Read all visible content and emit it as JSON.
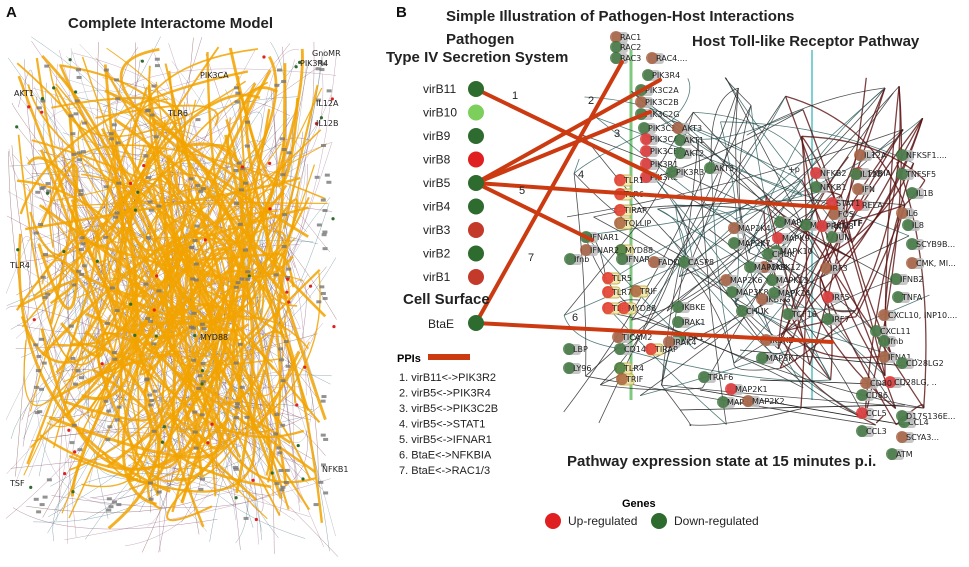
{
  "panels": {
    "a": {
      "letter": "A",
      "title": "Complete Interactome Model"
    },
    "b": {
      "letter": "B",
      "title": "Simple Illustration of Pathogen-Host Interactions",
      "pathogen_heading": [
        "Pathogen",
        "Type IV Secretion System"
      ],
      "host_heading": "Host Toll-like Receptor Pathway",
      "cell_surface_heading": "Cell Surface",
      "expression_caption": "Pathway expression state at 15 minutes p.i."
    }
  },
  "colors": {
    "up": "#e02020",
    "down": "#2e6b2e",
    "light_green": "#7ccf5a",
    "dark_red": "#c43a2a",
    "ppi_line": "#cc3a12",
    "interactome_orange": "#f2a300",
    "network_edge": "#5a1010",
    "green_axis": "#7fc97f",
    "cyan_axis": "#7fd1d1"
  },
  "pathogen_genes": [
    {
      "name": "virB11",
      "state": "down"
    },
    {
      "name": "virB10",
      "state": "light"
    },
    {
      "name": "virB9",
      "state": "down"
    },
    {
      "name": "virB8",
      "state": "up"
    },
    {
      "name": "virB5",
      "state": "down"
    },
    {
      "name": "virB4",
      "state": "down"
    },
    {
      "name": "virB3",
      "state": "darkred"
    },
    {
      "name": "virB2",
      "state": "down"
    },
    {
      "name": "virB1",
      "state": "darkred"
    }
  ],
  "surface_gene": {
    "name": "BtaE",
    "state": "down"
  },
  "ppis": {
    "heading": "PPIs",
    "items": [
      "1. virB11<->PIK3R2",
      "2. virB5<->PIK3R4",
      "3. virB5<->PIK3C2B",
      "4. virB5<->STAT1",
      "5. virB5<->IFNAR1",
      "6. BtaE<->NFKBIA",
      "7. BtaE<->RAC1/3"
    ],
    "numbers": [
      "1",
      "2",
      "3",
      "4",
      "5",
      "6",
      "7"
    ]
  },
  "legend": {
    "heading": "Genes",
    "items": [
      {
        "label": "Up-regulated",
        "state": "up"
      },
      {
        "label": "Down-regulated",
        "state": "down"
      }
    ]
  },
  "host_nodes": [
    "RAC1",
    "RAC2",
    "RAC3",
    "RAC4....",
    "PIK3R4",
    "PIK3C2A",
    "PIK3C2B",
    "PIK3C2G",
    "PIK3C3",
    "AKT3",
    "PIK3CA",
    "AKT1",
    "PIK3CB",
    "AKT2",
    "PIK3R1",
    "PIK3R2",
    "PIK3R3",
    "AKT3",
    "TLR1",
    "TLR6",
    "TIRAP",
    "TOLLIP",
    "MYD88",
    "IFNAR1",
    "IFNAR2",
    "Ifnb",
    "IFNAR",
    "FADD",
    "CASP8",
    "TLR5",
    "TLR7",
    "TLR9",
    "MYD88",
    "TRIF",
    "IRAK1",
    "TBK1",
    "IRAK4",
    "IKBKE",
    "MAP3K8",
    "IKBKG",
    "CHUK",
    "TCF16",
    "IKBKB",
    "MAP3K7",
    "TRAF6",
    "TICAM2",
    "LBP",
    "CD14",
    "TIRAP",
    "LY96",
    "TLR4",
    "TRIF",
    "MAP3K7",
    "MAP2K1",
    "MAP2K2",
    "NFKB1",
    "NFKB2",
    "NFKBIA",
    "RELA",
    "MAPK8",
    "MAPK9",
    "MAPK10",
    "MAPK11",
    "MAPK12",
    "MAPK13",
    "MAPK14",
    "MAP2K4",
    "MAP2K7",
    "MAP2K3",
    "MAP2K6",
    "PRKM8",
    "CHUK",
    "FOS",
    "JUN",
    "STAT1",
    "IRF3",
    "IRF5",
    "IRF7",
    "IL12A",
    "IL12B",
    "NFKSF1....",
    "IFN",
    "TNFSF5",
    "IL1B",
    "IL6",
    "IL8",
    "SCYB9B...",
    "CMK, MI...",
    "IFNB2",
    "TNFA",
    "CXCL10, INP10....",
    "CXCL11",
    "Ifnb",
    "IFNA1...",
    "CD28LG2",
    "CD28LG, ..",
    "CD80",
    "CD86",
    "CCL4",
    "CCL5",
    "D17S136E...",
    "CCL3",
    "SCYA3...",
    "ATM",
    "+p",
    "TF"
  ],
  "interactome_nodes": [
    "PIK3R4",
    "PIK3CA",
    "IL12A",
    "IL12B",
    "TLR4",
    "TLR6",
    "MYD88",
    "NFKB1",
    "TSF",
    "GnoMR",
    "AKT1"
  ]
}
